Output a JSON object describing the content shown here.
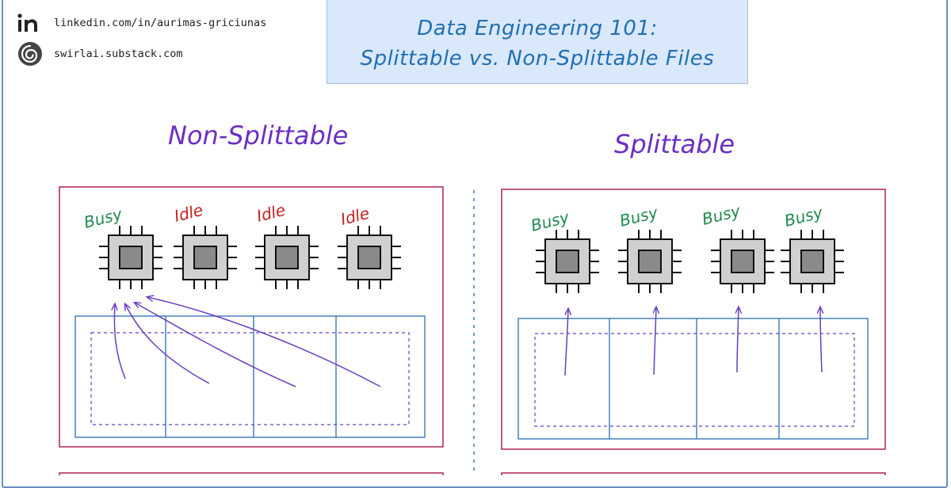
{
  "contacts": {
    "linkedin": "linkedin.com/in/aurimas-griciunas",
    "substack": "swirlai.substack.com"
  },
  "title": {
    "line1": "Data Engineering 101:",
    "line2": "Splittable vs. Non-Splittable Files"
  },
  "panels": {
    "left": {
      "heading": "Non-Splittable",
      "cpu_labels": [
        "Busy",
        "Idle",
        "Idle",
        "Idle"
      ]
    },
    "right": {
      "heading": "Splittable",
      "cpu_labels": [
        "Busy",
        "Busy",
        "Busy",
        "Busy"
      ]
    }
  },
  "colors": {
    "busy": "#1e8a4c",
    "idle": "#c22222",
    "heading": "#6a2fc4",
    "title_text": "#1f6fb2",
    "title_bg": "#dae8fc",
    "panel_border": "#b0244a",
    "file_border": "#2d6db5",
    "arrow": "#6a3fc0"
  },
  "icons": [
    "linkedin-icon",
    "swirl-icon",
    "cpu-chip-icon"
  ]
}
